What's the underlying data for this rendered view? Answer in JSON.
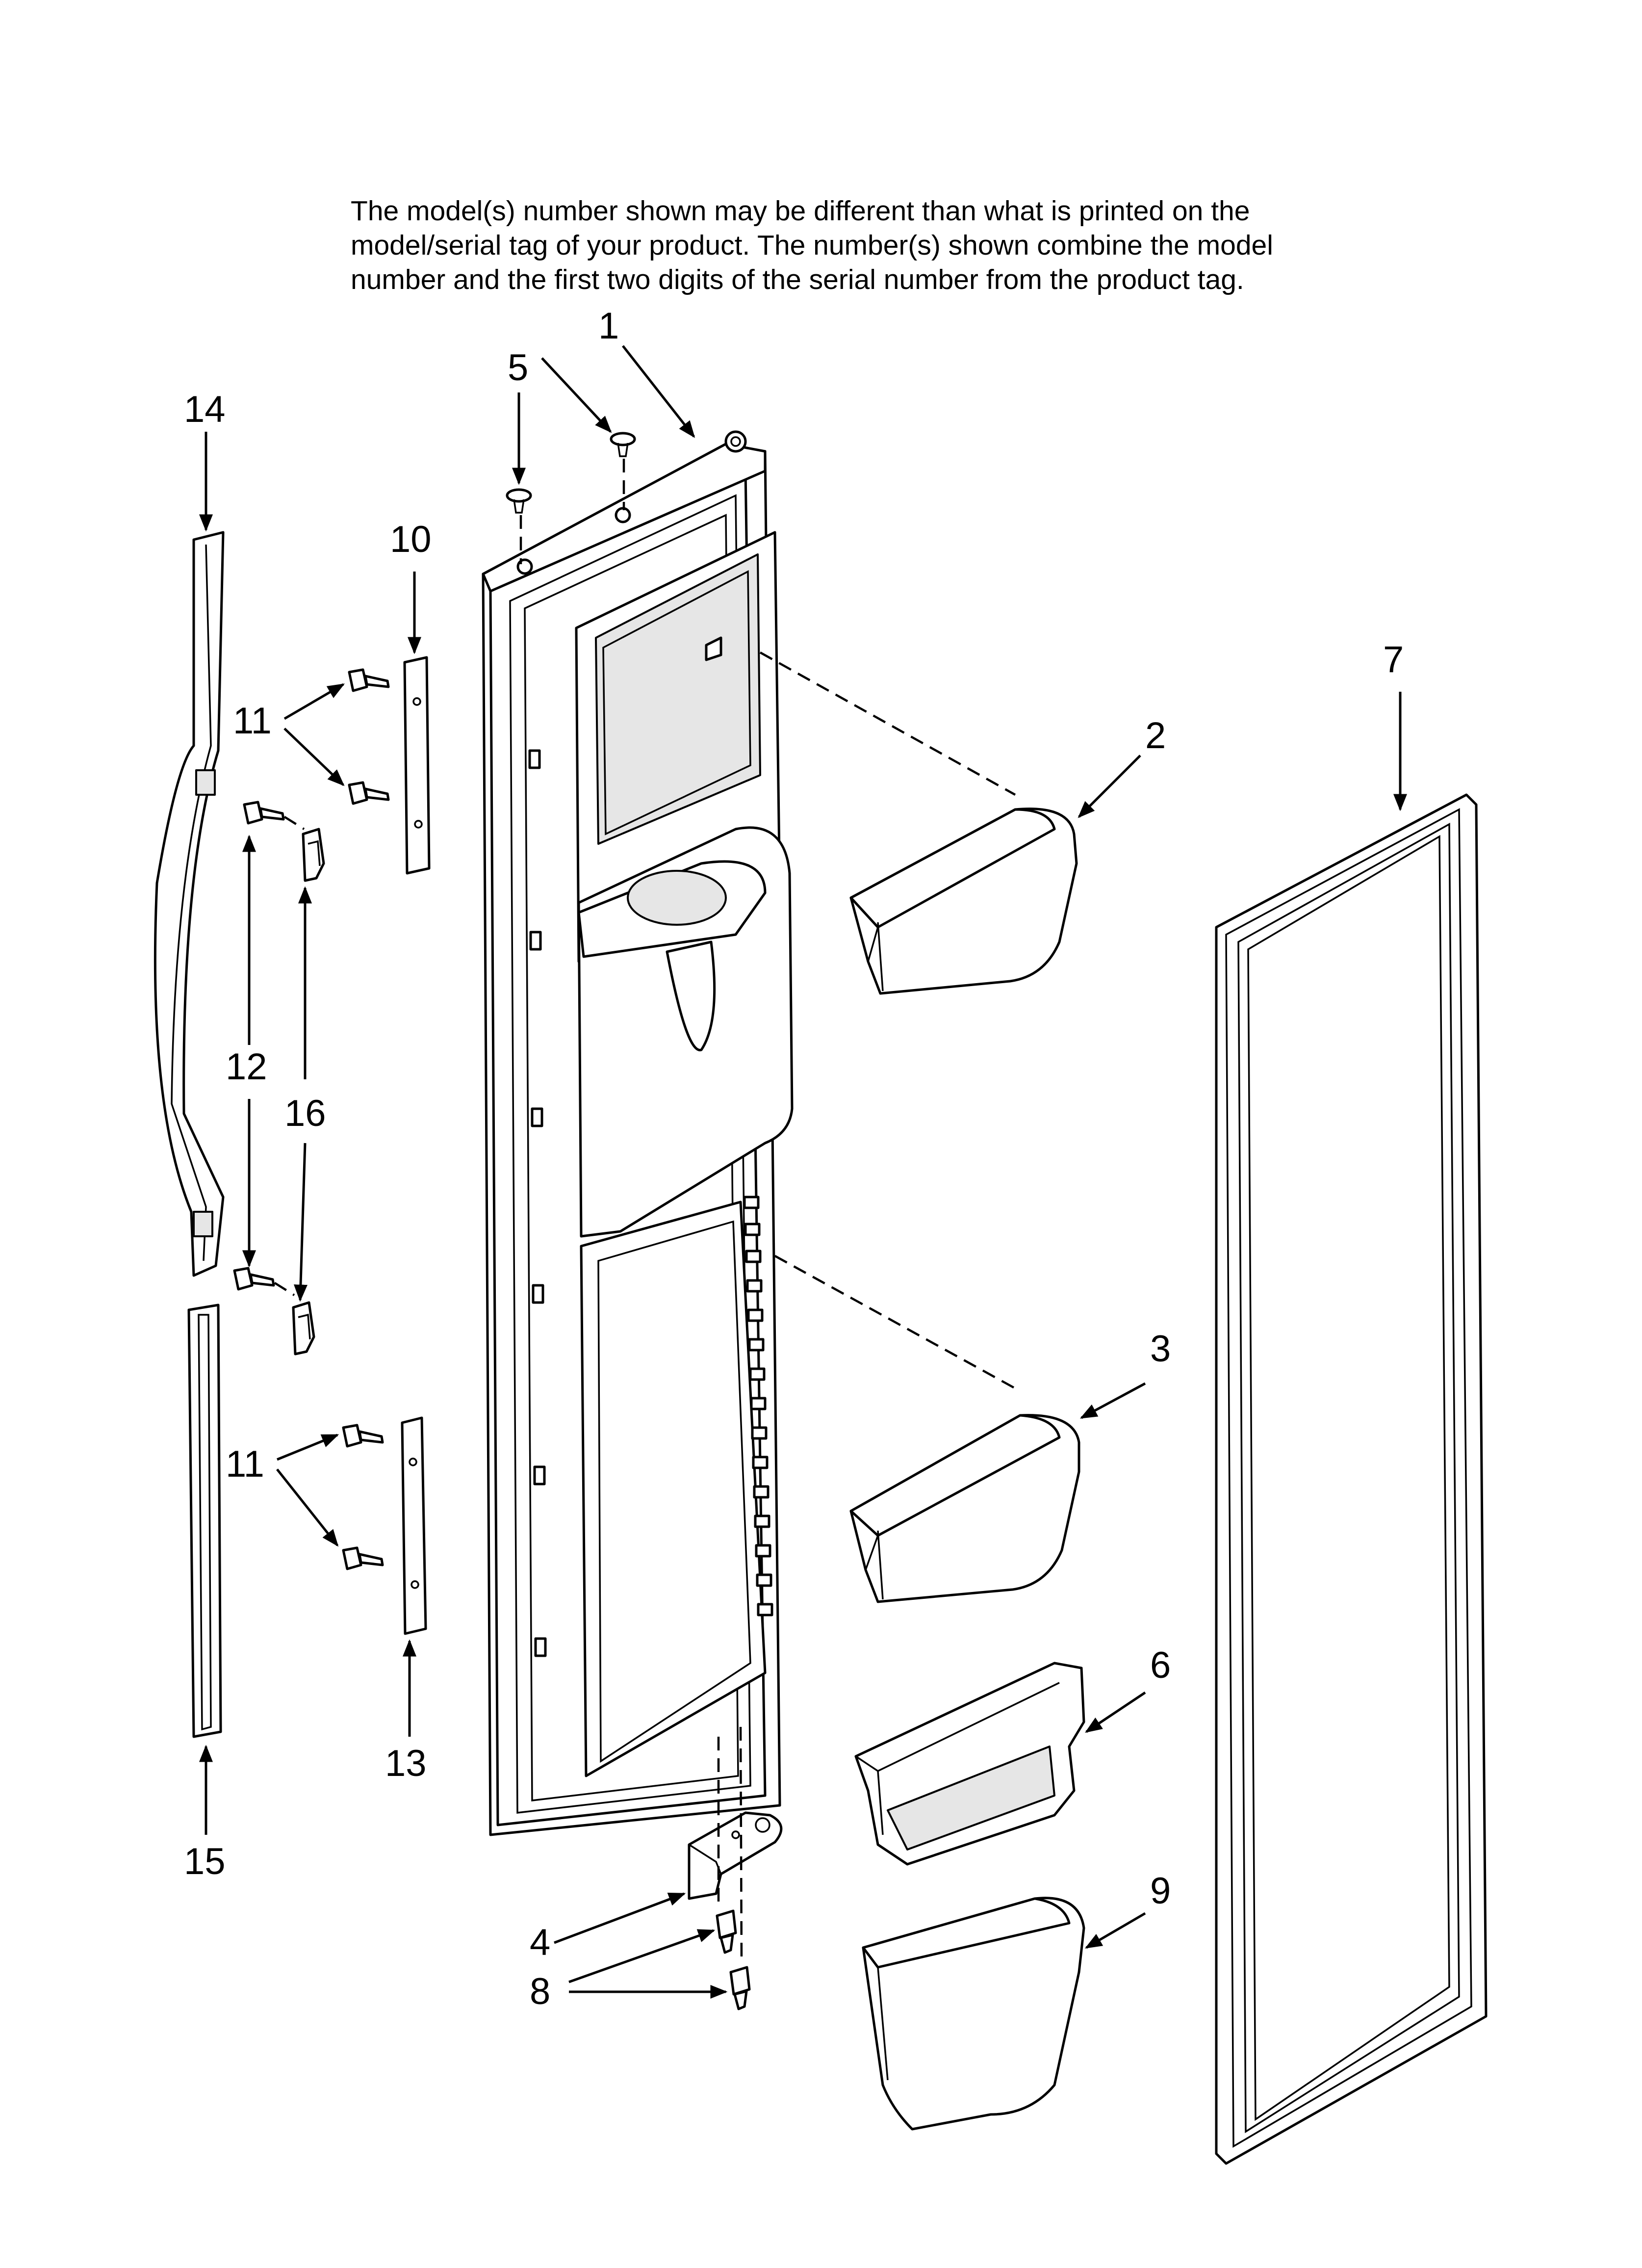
{
  "note": {
    "lines": [
      "The model(s) number shown may be different than what is printed on the",
      "model/serial tag of your product. The number(s) shown combine the model",
      "number and the first two digits of the serial number from the product tag."
    ]
  },
  "callouts": {
    "c1": "1",
    "c2": "2",
    "c3": "3",
    "c4": "4",
    "c5": "5",
    "c6": "6",
    "c7": "7",
    "c8": "8",
    "c9": "9",
    "c10": "10",
    "c11a": "11",
    "c11b": "11",
    "c12": "12",
    "c13": "13",
    "c14": "14",
    "c15": "15",
    "c16": "16"
  }
}
